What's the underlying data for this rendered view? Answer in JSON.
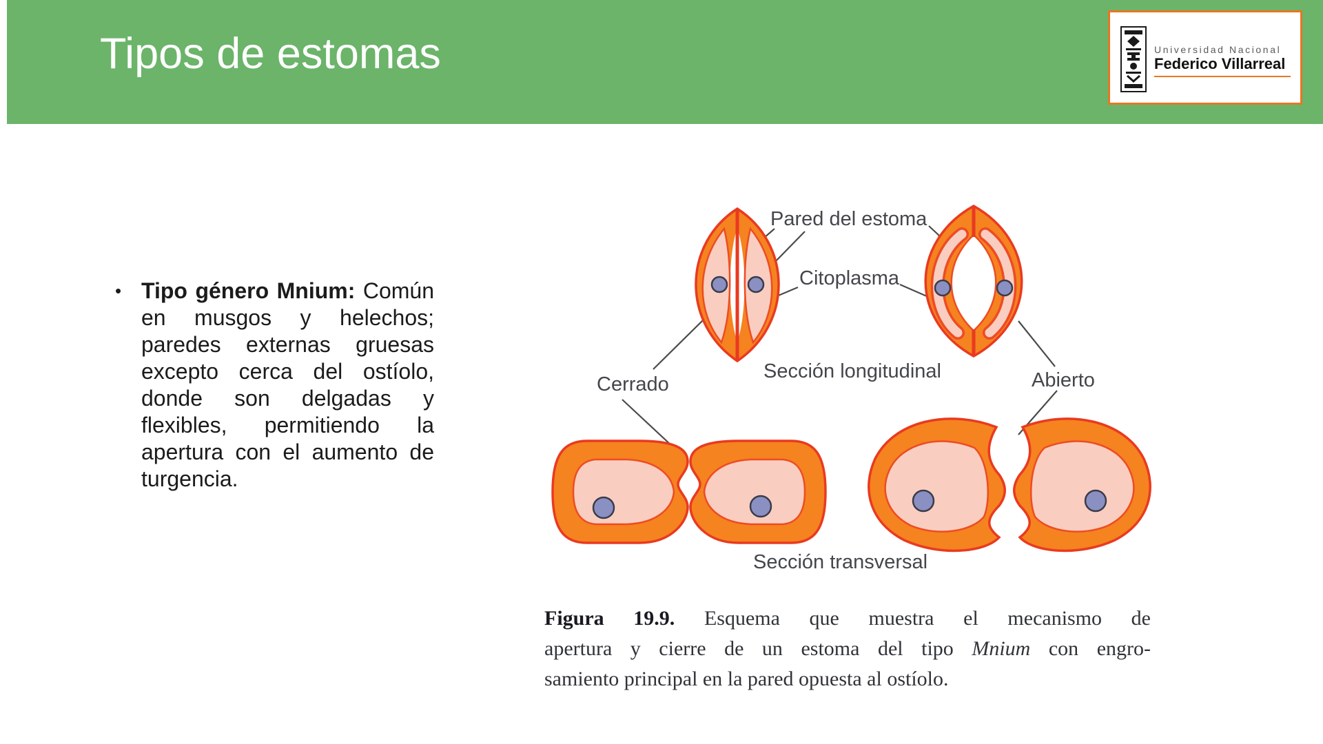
{
  "header": {
    "title": "Tipos de estomas",
    "logo": {
      "line1": "Universidad Nacional",
      "line2": "Federico Villarreal"
    }
  },
  "bullet": {
    "marker": "•",
    "bold_lead": "Tipo género Mnium:",
    "line1_rest": " Común",
    "lines": [
      "en musgos y helechos;",
      "paredes externas gruesas",
      "excepto cerca del ostíolo,",
      "donde son delgadas y",
      "flexibles, permitiendo la",
      "apertura con el aumento de",
      "turgencia."
    ]
  },
  "diagram": {
    "labels": {
      "pared": "Pared del estoma",
      "citoplasma": "Citoplasma",
      "cerrado": "Cerrado",
      "seccion_longitudinal": "Sección longitudinal",
      "abierto": "Abierto",
      "seccion_transversal": "Sección transversal"
    }
  },
  "caption": {
    "bold_lead": "Figura 19.9.",
    "line1_rest": "  Esquema que muestra el mecanismo de",
    "line2_pre": "apertura y cierre de un estoma del tipo ",
    "line2_italic": "Mnium",
    "line2_post": " con engro-",
    "line3": "samiento principal en la pared opuesta al ostíolo."
  },
  "theme": {
    "header_green": "#6BB46A",
    "logo_border": "#E87722",
    "cell_fill": "#F5831F",
    "cell_outline": "#E93A20",
    "cyto_fill": "#F9CEC0",
    "nucleus_fill": "#8B90C2",
    "leader": "#4A4A4A",
    "label_color": "#44464C"
  }
}
